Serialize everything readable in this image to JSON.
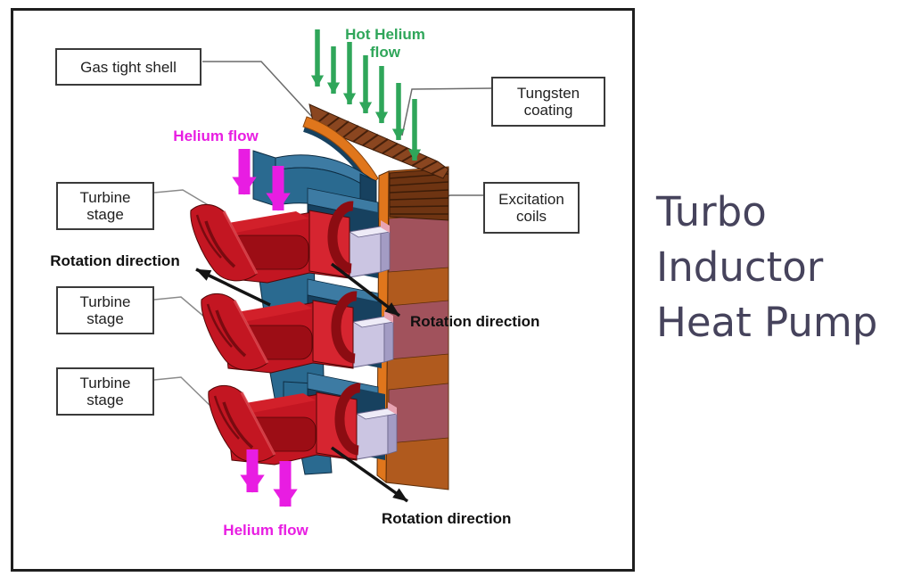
{
  "title": {
    "line1": "Turbo",
    "line2": "Inductor",
    "line3": "Heat Pump"
  },
  "boxes": {
    "gas_tight_shell": {
      "line1": "Gas tight shell"
    },
    "tungsten_coating": {
      "line1": "Tungsten",
      "line2": "coating"
    },
    "excitation_coils": {
      "line1": "Excitation",
      "line2": "coils"
    },
    "turbine_stage": {
      "line1": "Turbine",
      "line2": "stage"
    }
  },
  "flow_labels": {
    "hot_helium": {
      "line1": "Hot Helium",
      "line2": "flow"
    },
    "helium_flow_top": "Helium flow",
    "helium_flow_bottom": "Helium flow",
    "rotation_left": "Rotation direction",
    "rotation_middle": "Rotation direction",
    "rotation_bottom": "Rotation direction"
  },
  "colors": {
    "hot_helium_green": "#2fa65a",
    "helium_magenta": "#e81de2",
    "title_color": "#46435c",
    "arrow_black": "#141414",
    "leader_gray": "#6b6b6b",
    "device_red": "#c31622",
    "device_red_dark": "#8c0c12",
    "device_blue": "#2a6a90",
    "device_blue_light": "#3d7ba3",
    "device_blue_dark": "#17415f",
    "device_orange": "#e0761c",
    "device_orange_dark": "#b05a1e",
    "device_brown": "#8a4620",
    "device_brown_dark": "#45200b",
    "device_maroon": "#a1525c",
    "device_lavender": "#cbc5e2"
  }
}
